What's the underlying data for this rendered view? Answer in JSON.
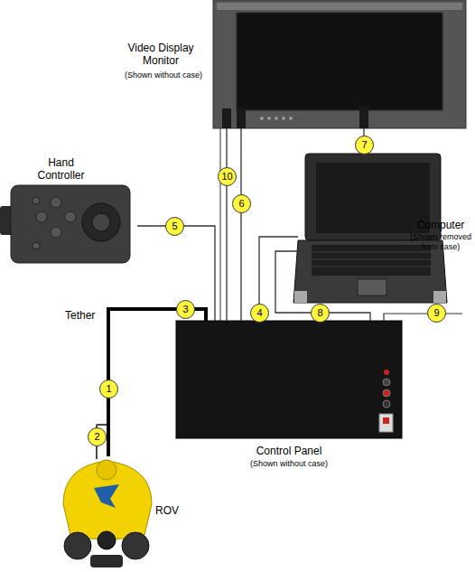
{
  "diagram": {
    "nodes": [
      {
        "text": [
          "Video Display Monitor",
          "(Shown without case)"
        ]
      },
      {
        "text": [
          "Hand Controller"
        ]
      },
      {
        "text": [
          "Computer",
          "(Shown removed from case)"
        ]
      },
      {
        "text": [
          "Control Panel",
          "(Shown without case)"
        ]
      },
      {
        "text": [
          "ROV"
        ]
      }
    ],
    "edges": [
      {
        "from": 4,
        "to": 3,
        "arrow": "none"
      },
      {
        "from": 1,
        "to": 3,
        "arrow": "none"
      },
      {
        "from": 0,
        "to": 3,
        "arrow": "none"
      },
      {
        "from": 0,
        "to": 3,
        "arrow": "none"
      },
      {
        "from": 0,
        "to": 2,
        "arrow": "none"
      },
      {
        "from": 2,
        "to": 3,
        "arrow": "none"
      },
      {
        "from": 2,
        "to": 3,
        "arrow": "none"
      }
    ],
    "labels": [
      "10",
      "6",
      "7",
      "5",
      "3",
      "4",
      "8",
      "9",
      "Tether",
      "1",
      "2"
    ]
  }
}
